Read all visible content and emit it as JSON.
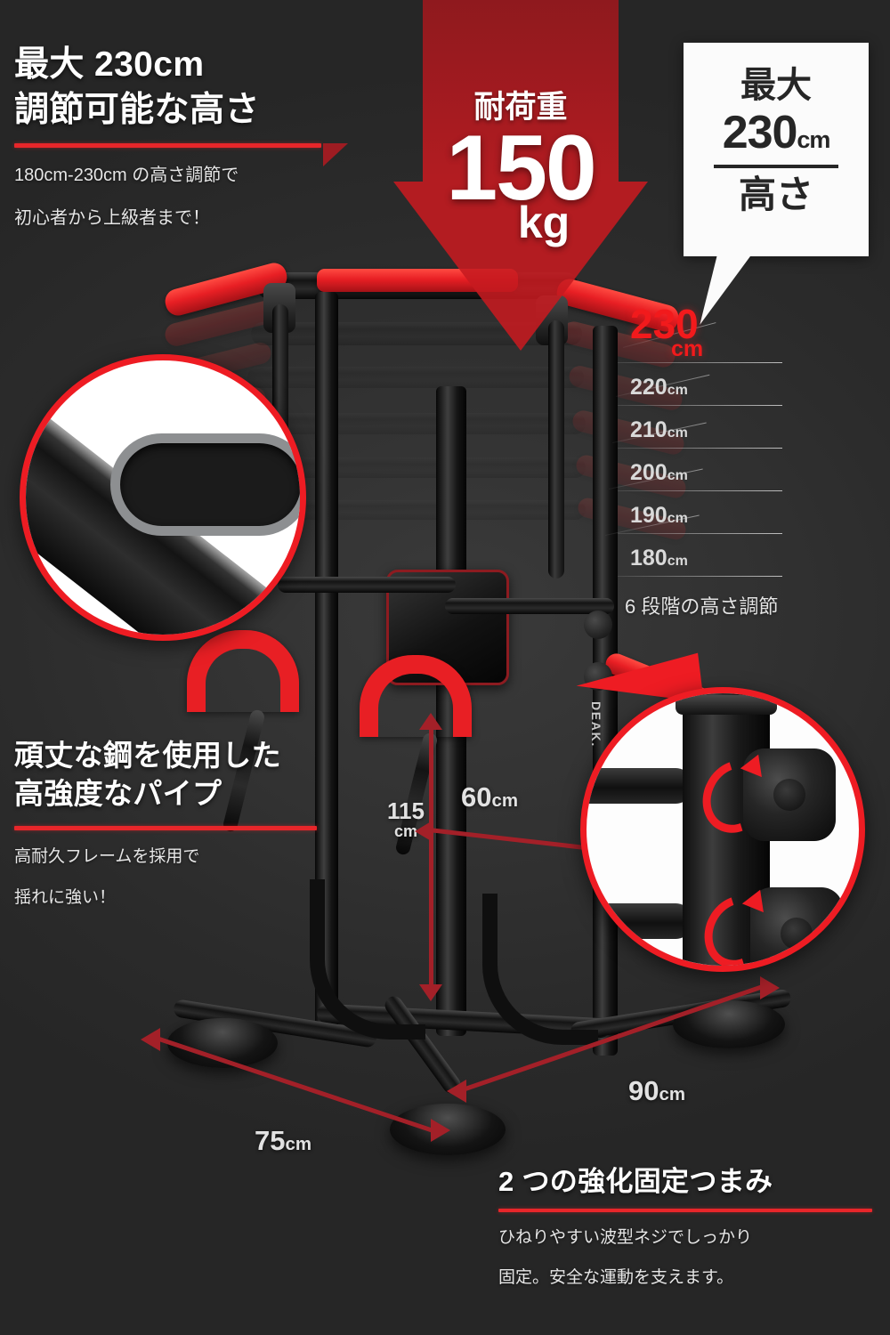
{
  "background": {
    "base_color": "#2b2b2b",
    "accent_red": "#e8262a",
    "dim_red": "#a32028"
  },
  "blocks": {
    "height": {
      "headline_line1": "最大 230cm",
      "headline_line2": "調節可能な高さ",
      "sub_line1": "180cm-230cm の高さ調節で",
      "sub_line2": "初心者から上級者まで！"
    },
    "pipe": {
      "headline_line1": "頑丈な鋼を使用した",
      "headline_line2": "高強度なパイプ",
      "sub_line1": "高耐久フレームを採用で",
      "sub_line2": "揺れに強い！"
    },
    "knob": {
      "headline": "2 つの強化固定つまみ",
      "sub_line1": "ひねりやすい波型ネジでしっかり",
      "sub_line2": "固定。安全な運動を支えます。"
    }
  },
  "load_arrow": {
    "label": "耐荷重",
    "value": "150",
    "unit": "kg"
  },
  "bubble": {
    "line1": "最大",
    "value": "230",
    "unit": "cm",
    "line3": "高さ"
  },
  "scale": {
    "steps": [
      {
        "value": "230",
        "unit": "cm",
        "highlight": true
      },
      {
        "value": "220",
        "unit": "cm",
        "highlight": false
      },
      {
        "value": "210",
        "unit": "cm",
        "highlight": false
      },
      {
        "value": "200",
        "unit": "cm",
        "highlight": false
      },
      {
        "value": "190",
        "unit": "cm",
        "highlight": false
      },
      {
        "value": "180",
        "unit": "cm",
        "highlight": false
      }
    ],
    "note": "6 段階の高さ調節"
  },
  "dimensions": {
    "height_mid": {
      "value": "115",
      "unit": "cm"
    },
    "depth_mid": {
      "value": "60",
      "unit": "cm"
    },
    "base_left": {
      "value": "75",
      "unit": "cm"
    },
    "base_right": {
      "value": "90",
      "unit": "cm"
    }
  },
  "product": {
    "brand": "DEAK."
  }
}
